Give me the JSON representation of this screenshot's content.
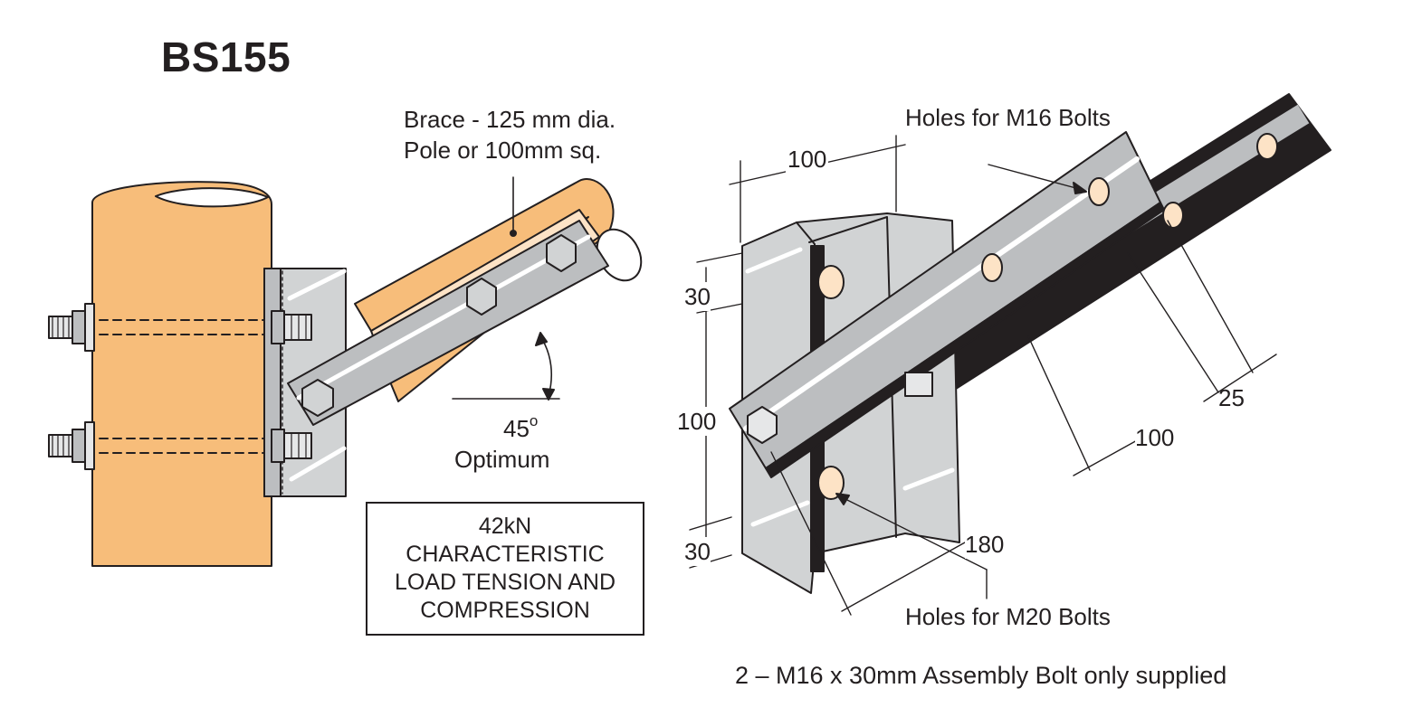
{
  "title": "BS155",
  "brace_note": {
    "line1": "Brace - 125 mm dia.",
    "line2": "Pole or 100mm sq."
  },
  "angle": {
    "value": "45",
    "unit": "o",
    "caption": "Optimum"
  },
  "load_box": {
    "line1": "42kN",
    "line2": "CHARACTERISTIC",
    "line3": "LOAD TENSION AND",
    "line4": "COMPRESSION"
  },
  "dimensions": {
    "top_width": "100",
    "left_top": "30",
    "left_middle": "100",
    "left_bottom": "30",
    "hole_spacing": "25",
    "strap_spacing": "100",
    "bottom_length": "180"
  },
  "hole_labels": {
    "m16": "Holes for M16 Bolts",
    "m20": "Holes for M20 Bolts"
  },
  "footer_note": "2 – M16 x 30mm Assembly Bolt only supplied",
  "colors": {
    "timber": "#f7bd7a",
    "timber_light": "#fde3c6",
    "steel": "#bcbec0",
    "steel_light": "#e6e7e8",
    "steel_dark": "#231f20",
    "outline": "#231f20"
  }
}
